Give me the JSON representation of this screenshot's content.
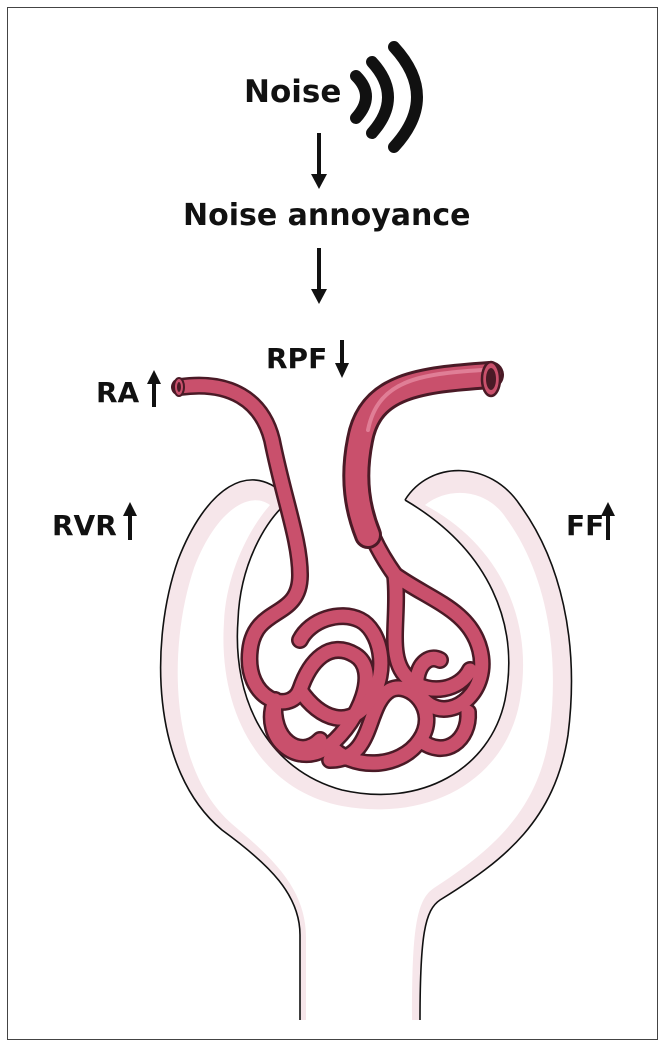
{
  "title": "Noise",
  "subtitle": "Noise annoyance",
  "labels": {
    "ra": "RA",
    "rpf": "RPF",
    "rvr": "RVR",
    "ff": "FF"
  },
  "indicators": {
    "ra": "up",
    "rpf": "down",
    "rvr": "up",
    "ff": "up"
  },
  "colors": {
    "vessel": "#c9506c",
    "vessel_dark": "#4a1a26",
    "capsule_halo": "#f6e6ea",
    "outline": "#111111"
  },
  "icons": {
    "sound": "sound-waves-icon",
    "flow_down": "arrow-down-icon",
    "increase": "arrow-up-icon",
    "decrease": "arrow-down-icon"
  }
}
